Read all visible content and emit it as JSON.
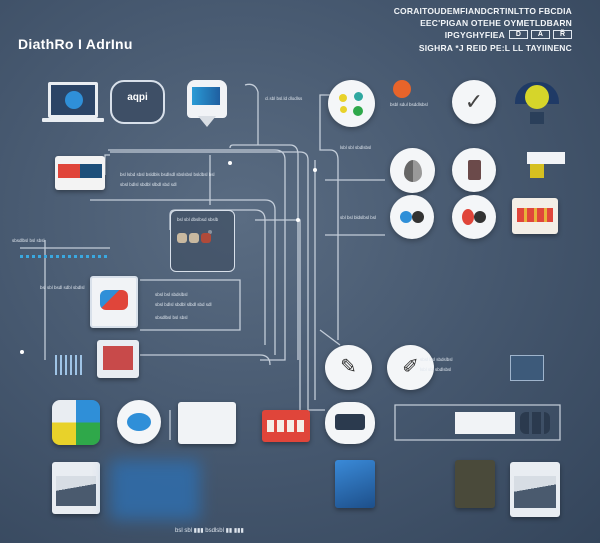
{
  "title": "DiathRo I AdrInu",
  "header_lines": [
    "CORAITOUDEMFIANDCRTINLTTO FBCDIA",
    "EEC'PIGAN OTEHE OYMETLDBARN",
    "IPGYGHYFIEA",
    "SIGHRA *J REID PE:L LL TAYIINENC"
  ],
  "header_badges": [
    "D",
    "A",
    "Ř"
  ],
  "bubble_label": "aqpi",
  "snippets": {
    "s1": "cl.sbl bsl.ld dlodlss",
    "s2": "bsbl sdul bsddlsbsl",
    "s3": "bsl lsbd sbsl bsldbls bsdlsdl sbslsbsl bsldbsl bsl",
    "s4": "sbsl bdlsl sbdbl slbdl sbd sdl",
    "s5": "lsbl sbl sbdlsbsl",
    "s6": "sbl bsl bldslbsl bsl",
    "s7": "bsl sbl dbslbsd sbslb",
    "s8": "sbsdlbsl bsl sbsl",
    "s9": "bsl sbl bsdl sdbl sbdlsl",
    "s10": "sbsl bsl sbdslbsl",
    "bottom": "bsl sbl ▮▮▮ bsdlsbl  ▮▮ ▮▮▮"
  },
  "colors": {
    "bg": "#46586f",
    "line": "#d8e0ea",
    "accent_blue": "#2f8fd8",
    "accent_red": "#e0453a",
    "accent_yellow": "#e8d22a",
    "accent_green": "#2fa84a"
  }
}
